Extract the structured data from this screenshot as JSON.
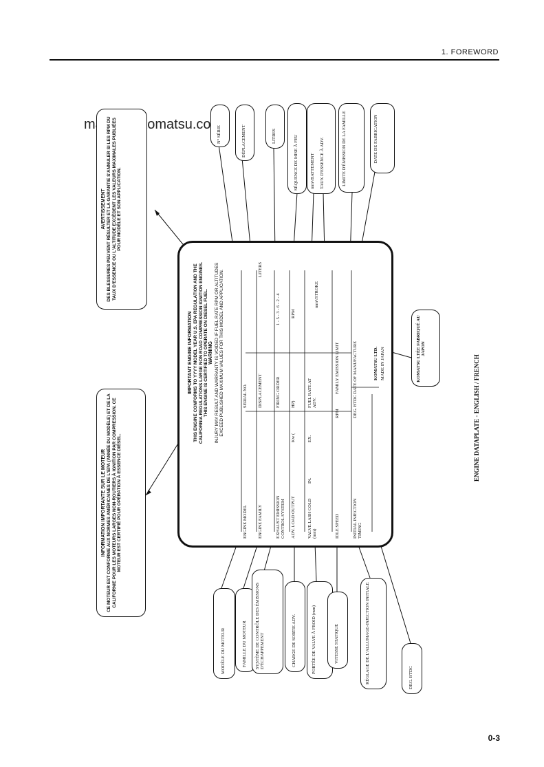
{
  "header": {
    "section": "1.  FOREWORD"
  },
  "watermark": "manuals-komatsu.com",
  "page_number": "0-3",
  "figure_title": "ENGINE DATAPLATE - ENGLISH / FRENCH",
  "french_info": {
    "title": "INFORMATION IMPORTANTE SUR LE MOTEUR",
    "body": "CE MOTEUR EST CONFORME AUX NORMES AMÉRICAINES DE L'EPA (ANNÉE DU MODÈLE) ET DE LA CALIFORNIE POUR LES MOTEURS LARGES NON-ROUTIERS À IGNITION PAR COMPRESSION. CE MOTEUR EST CERTIFIÉ POUR OPÉRATION À ESSENCE DIÉSEL."
  },
  "french_warning": {
    "title": "AVERTISSEMENT",
    "body": "DES BLESSURES PEUVENT RÉSULTER ET LA GARANTIE S'ANNULER SI LES RPM DU TAUX D'ESSENCE OU L'ALTITUDE EXCÈDENT LES VALEURS MAXIMALES PUBLIÉES POUR MODÈLE ET SON APPLICATION."
  },
  "plate": {
    "title": "IMPORTANT ENGINE INFORMATION",
    "conform": "THIS ENGINE CONFORMS TO YYYY MODEL YEAR U.S. EPA REGULATION AND THE CALIFORNIA REGULATIONS LARGE NON ROAD COMPRESSION IGNITION ENGINES. THIS ENGINE IS CERTIFIED TO OPERATE ON DIESEL FUEL.",
    "warning_title": "WARNING",
    "warning_body": "INJURY MAY RESULT AND WARRANTY IS VOIDED IF FUEL RATE RPM OR ALTITUDES EXCEED PUBLISHED MAXIMUM VALUES FOR THIS MODEL AND APPLICATION.",
    "engine_model": "ENGINE MODEL",
    "serial_no": "SERIAL NO.",
    "engine_family": "ENGINE FAMILY",
    "displacement": "DISPLACEMENT",
    "liters": "LITERS",
    "exhaust": "EXHAUST EMISSION CONTROL SYSTEM",
    "firing_order": "FIRING ORDER",
    "firing_values": "1 - 5 - 3 - 6 - 2 - 4",
    "adv_load": "ADV. LOAD OUTPUT",
    "kw": "Kw  (",
    "hp": "HP)",
    "rpm": "RPM",
    "valve_lash": "VALVE LASH COLD (mm)",
    "in": "IN.",
    "ex": "EX.",
    "fuel_rate": "FUEL RATE AT ADV.",
    "mm3": "mm³/STROKE",
    "idle_speed": "IDLE SPEED",
    "rpm2": "RPM",
    "family_emission": "FAMILY EMISSION LIMIT",
    "initial_injection": "INITIAL INJECTION TIMING",
    "deg_btdc": "DEG. BTDC",
    "date_manufacture": "DATE OF MANUFACTURE",
    "maker": "KOMATSU LTD.",
    "made_in": "MADE IN JAPAN"
  },
  "callouts_top": [
    "N° SÉRIE",
    "DÉPLACEMENT",
    "LITRES",
    "SÉQUENCE DE MISE À FEU",
    "mm³/BATTEMENT",
    "TAUX D'ESSENCE À ADV.",
    "LIMITE D'ÉMISSION DE LA FAMILLE",
    "DATE DE FABRICATION"
  ],
  "callouts_bottom": [
    "MODÈLE DU MOTEUR",
    "FAMILLE DU MOTEUR",
    "SYSTÈME DE CONTRÔLE DES ÉMISSIONS D'ÉCHAPPEMENT",
    "CHARGE DE SORTIE ADV.",
    "PORTÉE DE VALVE À FROID (mm)",
    "VITESSE STATIQUE",
    "RÉGLAGE DE L'ALLUMAGE-INJECTION INITIALE",
    "DEG. BTDC"
  ],
  "komatsu_callout": "KOMATSU LTÉE FABRIQUÉ AU JAPON"
}
